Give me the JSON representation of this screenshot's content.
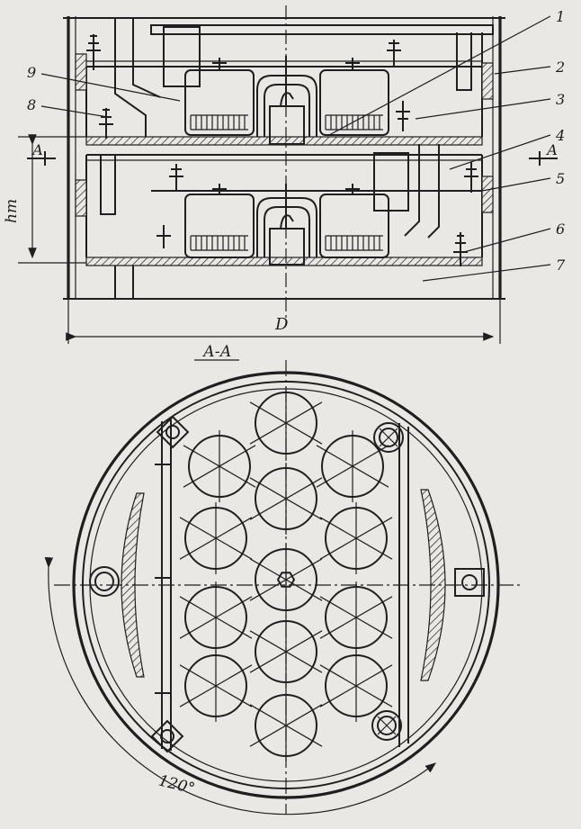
{
  "callouts": [
    "1",
    "2",
    "3",
    "4",
    "5",
    "6",
    "7",
    "8",
    "9"
  ],
  "dimensions": {
    "diameter": "D",
    "height": "hт",
    "angle": "120°"
  },
  "section": {
    "title": "А-А",
    "marker_left": "А",
    "marker_right": "А"
  },
  "plan_view": {
    "cap_count": 13,
    "tie_rod_count": 4
  },
  "colors": {
    "ink": "#1f1f1f",
    "paper": "#e9e8e4"
  }
}
